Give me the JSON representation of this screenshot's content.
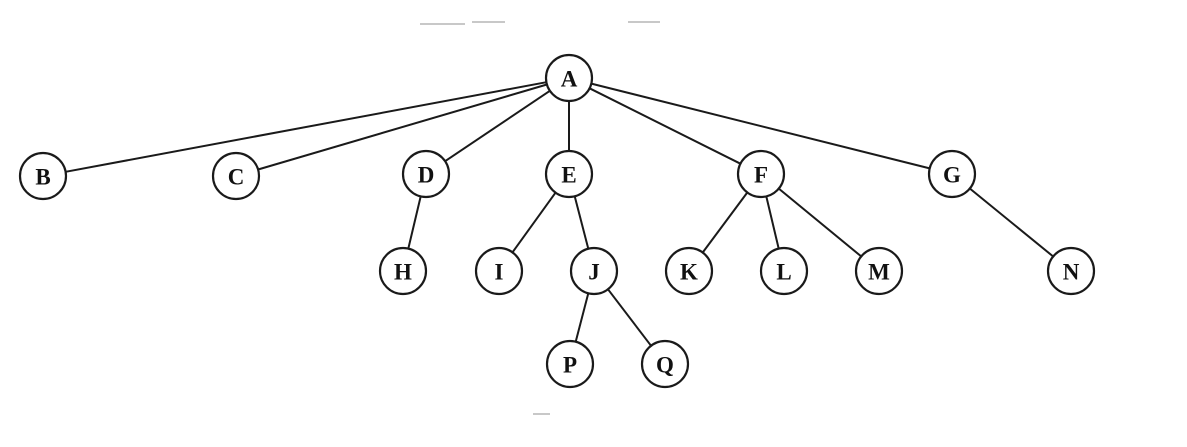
{
  "diagram": {
    "type": "tree",
    "colors": {
      "stroke": "#1a1a1a",
      "node_fill": "#ffffff",
      "text": "#111111"
    },
    "nodes": [
      {
        "id": "A",
        "label": "A"
      },
      {
        "id": "B",
        "label": "B"
      },
      {
        "id": "C",
        "label": "C"
      },
      {
        "id": "D",
        "label": "D"
      },
      {
        "id": "E",
        "label": "E"
      },
      {
        "id": "F",
        "label": "F"
      },
      {
        "id": "G",
        "label": "G"
      },
      {
        "id": "H",
        "label": "H"
      },
      {
        "id": "I",
        "label": "I"
      },
      {
        "id": "J",
        "label": "J"
      },
      {
        "id": "K",
        "label": "K"
      },
      {
        "id": "L",
        "label": "L"
      },
      {
        "id": "M",
        "label": "M"
      },
      {
        "id": "N",
        "label": "N"
      },
      {
        "id": "P",
        "label": "P"
      },
      {
        "id": "Q",
        "label": "Q"
      }
    ],
    "edges": [
      {
        "from": "A",
        "to": "B"
      },
      {
        "from": "A",
        "to": "C"
      },
      {
        "from": "A",
        "to": "D"
      },
      {
        "from": "A",
        "to": "E"
      },
      {
        "from": "A",
        "to": "F"
      },
      {
        "from": "A",
        "to": "G"
      },
      {
        "from": "D",
        "to": "H"
      },
      {
        "from": "E",
        "to": "I"
      },
      {
        "from": "E",
        "to": "J"
      },
      {
        "from": "F",
        "to": "K"
      },
      {
        "from": "F",
        "to": "L"
      },
      {
        "from": "F",
        "to": "M"
      },
      {
        "from": "G",
        "to": "N"
      },
      {
        "from": "J",
        "to": "P"
      },
      {
        "from": "J",
        "to": "Q"
      }
    ]
  }
}
